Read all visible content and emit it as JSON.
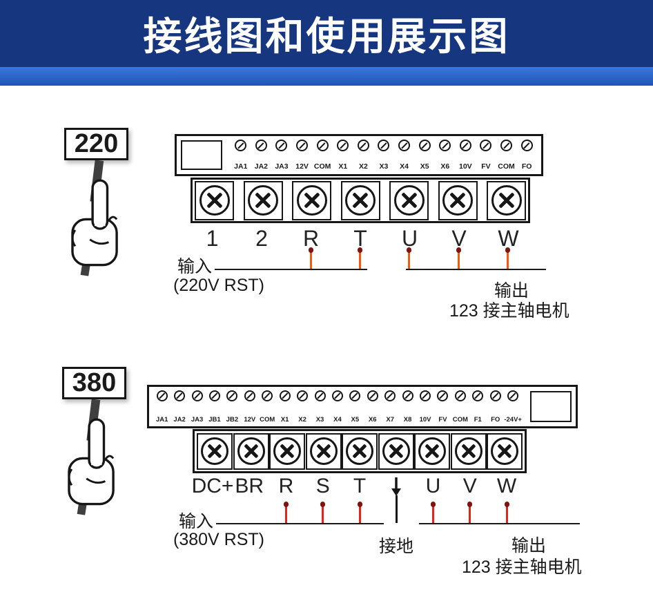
{
  "header": {
    "title": "接线图和使用展示图"
  },
  "theme": {
    "headerBg": "#16367f",
    "headerBar": "#3a77dd",
    "ink": "#161616",
    "marker220": "#f4570e",
    "marker380": "#e1251b",
    "markerDot": "#7e1410"
  },
  "sections": [
    {
      "voltage": "220",
      "small_terminals": [
        "JA1",
        "JA2",
        "JA3",
        "12V",
        "COM",
        "X1",
        "X2",
        "X3",
        "X4",
        "X5",
        "X6",
        "10V",
        "FV",
        "COM",
        "FO"
      ],
      "big_terminals": [
        "1",
        "2",
        "R",
        "T",
        "U",
        "V",
        "W"
      ],
      "input": {
        "label": "输入",
        "detail": "(220V RST)"
      },
      "output": {
        "label": "输出",
        "detail": "123 接主轴电机"
      }
    },
    {
      "voltage": "380",
      "small_terminals": [
        "JA1",
        "JA2",
        "JA3",
        "JB1",
        "JB2",
        "12V",
        "COM",
        "X1",
        "X2",
        "X3",
        "X4",
        "X5",
        "X6",
        "X7",
        "X8",
        "10V",
        "FV",
        "COM",
        "F1",
        "FO",
        "-24V+"
      ],
      "big_terminals": [
        "DC+",
        "BR",
        "R",
        "S",
        "T",
        "U",
        "V",
        "W"
      ],
      "ground": {
        "label": "接地",
        "symbol": "↓"
      },
      "input": {
        "label": "输入",
        "detail": "(380V RST)"
      },
      "output": {
        "label": "输出",
        "detail": "123 接主轴电机"
      }
    }
  ]
}
